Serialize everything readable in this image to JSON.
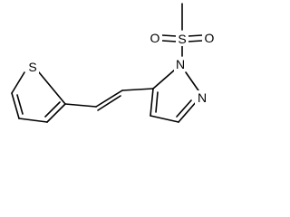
{
  "molecule": {
    "atoms": {
      "sulfonyl_sulfur": "S",
      "sulfonyl_oxygen_left": "O",
      "sulfonyl_oxygen_right": "O",
      "pyrazole_n1": "N",
      "pyrazole_n2": "N",
      "thiophene_sulfur": "S"
    }
  }
}
